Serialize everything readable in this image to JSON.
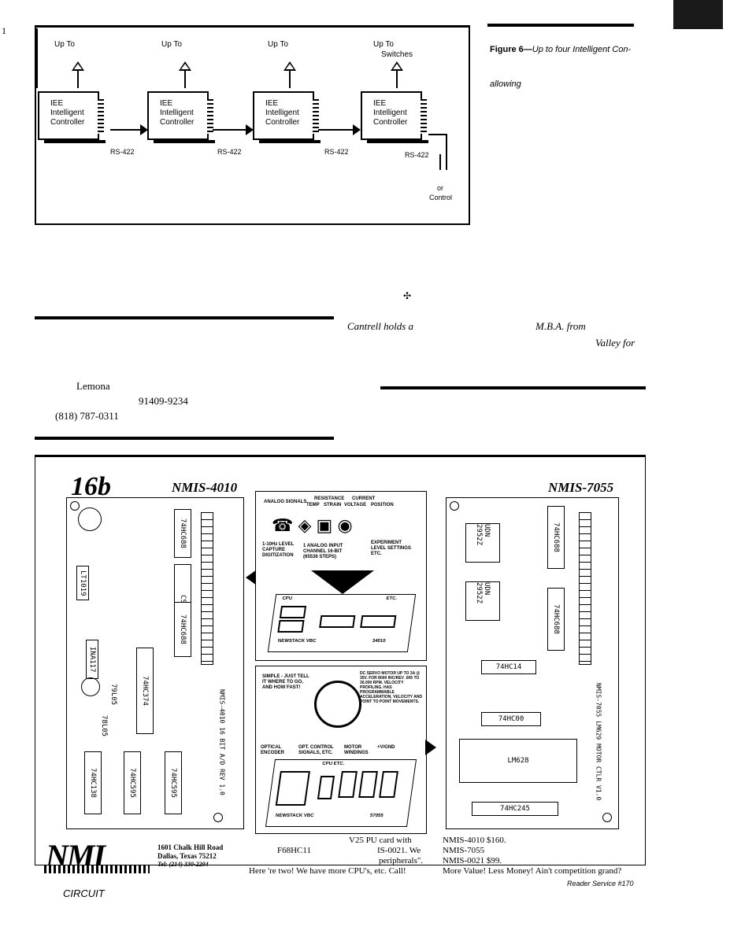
{
  "page": {
    "margin_mark": "1",
    "footer_left": "CIRCUIT",
    "footer_right": "Reader Service #170"
  },
  "figure": {
    "up_to_labels": [
      "Up To",
      "Up To",
      "Up To",
      "Up To"
    ],
    "switches_label": "Switches",
    "controllers": [
      {
        "line1": "IEE",
        "line2": "Intelligent",
        "line3": "Controller"
      },
      {
        "line1": "IEE",
        "line2": "Intelligent",
        "line3": "Controller"
      },
      {
        "line1": "IEE",
        "line2": "Intelligent",
        "line3": "Controller"
      },
      {
        "line1": "IEE",
        "line2": "Intelligent",
        "line3": "Controller"
      }
    ],
    "link_labels": [
      "RS-422",
      "RS-422",
      "RS-422",
      "RS-422"
    ],
    "or_label": "or",
    "control_label": "Control"
  },
  "caption": {
    "fig_num": "Figure 6—",
    "line1": "Up to four Intelligent Con-",
    "line2": "allowing"
  },
  "bio": {
    "line1_a": "Cantrell holds a",
    "line1_b": "M.B.A. from",
    "line2": "Valley for"
  },
  "address": {
    "street": "Lemona",
    "zip": "91409-9234",
    "phone": "(818) 787-0311"
  },
  "ad": {
    "left_board_title": "16b",
    "left_board_model": "NMIS-4010",
    "right_board_model": "NMIS-7055",
    "left_chips": [
      "74HC688",
      "74HC688",
      "CS5501",
      "74HC374",
      "74HC138",
      "74HC595",
      "74HC595",
      "LT1019",
      "INA117",
      "79L05",
      "78L05"
    ],
    "left_board_label": "NMIS-4010 16 BIT A/D REV 1.0",
    "right_chips": [
      "74HC688",
      "74HC688",
      "UDN 2952Z",
      "UDN 2952Z",
      "74HC14",
      "74HC00",
      "LM628",
      "74HC245"
    ],
    "right_board_label": "NMIS-7055 LM629 MOTOR CTLR V1.0",
    "center_top_labels": [
      "ANALOG SIGNALS",
      "RESISTANCE",
      "CURRENT",
      "TEMP",
      "STRAIN",
      "VOLTAGE",
      "POSITION",
      "1-10Hz LEVEL CAPTURE DIGITIZATION",
      "1 ANALOG INPUT CHANNEL 16-BIT (65536 STEPS)",
      "EXPERIMENT LEVEL SETTINGS ETC.",
      "CPU",
      "ETC.",
      "NEWSTACK VBC",
      "34010"
    ],
    "center_bottom_labels": [
      "SIMPLE - JUST TELL IT WHERE TO GO, AND HOW FAST!",
      "DC SERVO MOTOR UP TO 3A @ 35V. FOR 8000 INC/REV .005 TO 30,000 RPM. VELOCITY PROFILING. HAS PROGRAMMABLE ACCELERATION, VELOCITY AND POINT TO POINT MOVEMENTS.",
      "OPTICAL ENCODER",
      "OPT. CONTROL SIGNALS, ETC.",
      "MOTOR WINDINGS",
      "+V/GND",
      "CPU ETC.",
      "NEWSTACK VBC",
      "57055"
    ],
    "logo": "NMI",
    "address_lines": [
      "1601 Chalk Hill Road",
      "Dallas, Texas 75212",
      "Tel: (214) 330-2204"
    ],
    "center_copy": [
      "V25 PU card with",
      "F68HC11",
      "IS-0021. We",
      "peripherals\".",
      "Here 're two! We have more CPU's, etc. Call!"
    ],
    "price_copy": [
      "NMIS-4010 $160.",
      "NMIS-7055",
      "NMIS-0021 $99.",
      "More Value! Less Money! Ain't competition grand?"
    ]
  },
  "colors": {
    "ink": "#000000",
    "paper": "#ffffff"
  }
}
